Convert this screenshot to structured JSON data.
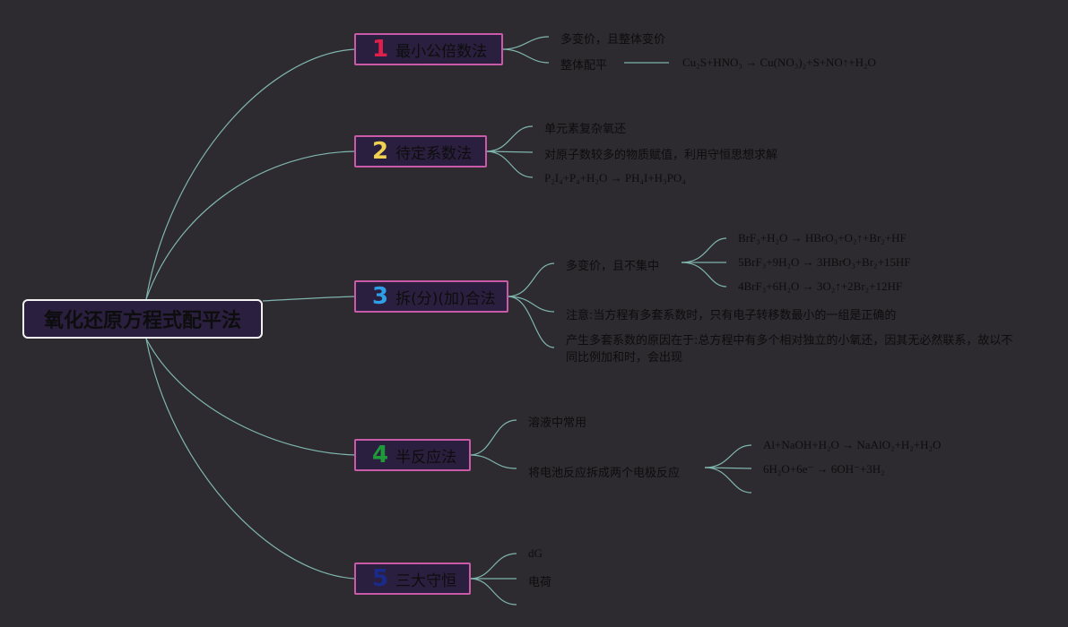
{
  "root": {
    "title": "氧化还原方程式配平法"
  },
  "branches": [
    {
      "num": "1",
      "num_color": "#e0204a",
      "label": "最小公倍数法"
    },
    {
      "num": "2",
      "num_color": "#f0d050",
      "label": "待定系数法"
    },
    {
      "num": "3",
      "num_color": "#2e9ee8",
      "label": "拆(分)(加)合法"
    },
    {
      "num": "4",
      "num_color": "#1e9a3a",
      "label": "半反应法"
    },
    {
      "num": "5",
      "num_color": "#1a2a8a",
      "label": "三大守恒"
    }
  ],
  "b1": {
    "leaf1": "多变价，且整体变价",
    "leaf2": "整体配平",
    "formula": "Cu₂S+HNO₃ → Cu(NO₃)₂+S+NO↑+H₂O"
  },
  "b2": {
    "leaf1": "单元素复杂氧还",
    "leaf2": "对原子数较多的物质赋值，利用守恒思想求解",
    "formula": "P₂I₄+P₄+H₂O → PH₄I+H₃PO₄"
  },
  "b3": {
    "leaf1": "多变价，且不集中",
    "f1": "BrF₃+H₂O → HBrO₃+O₂↑+Br₂+HF",
    "f2": "5BrF₃+9H₂O → 3HBrO₃+Br₂+15HF",
    "f3": "4BrF₃+6H₂O → 3O₂↑+2Br₂+12HF",
    "leaf2": "注意:当方程有多套系数时，只有电子转移数最小的一组是正确的",
    "leaf3": "产生多套系数的原因在于:总方程中有多个相对独立的小氧还，因其无必然联系，故以不同比例加和时，会出现"
  },
  "b4": {
    "leaf1": "溶液中常用",
    "leaf2": "将电池反应拆成两个电极反应",
    "f1": "Al+NaOH+H₂O → NaAlO₂+H₂+H₂O",
    "f2": "6H₂O+6e⁻ → 6OH⁻+3H₂"
  },
  "b5": {
    "leaf1": "dG",
    "leaf2": "电荷"
  },
  "colors": {
    "background": "#2d2a30",
    "link": "#7fb5ae",
    "branch_border": "#c85aa8"
  }
}
